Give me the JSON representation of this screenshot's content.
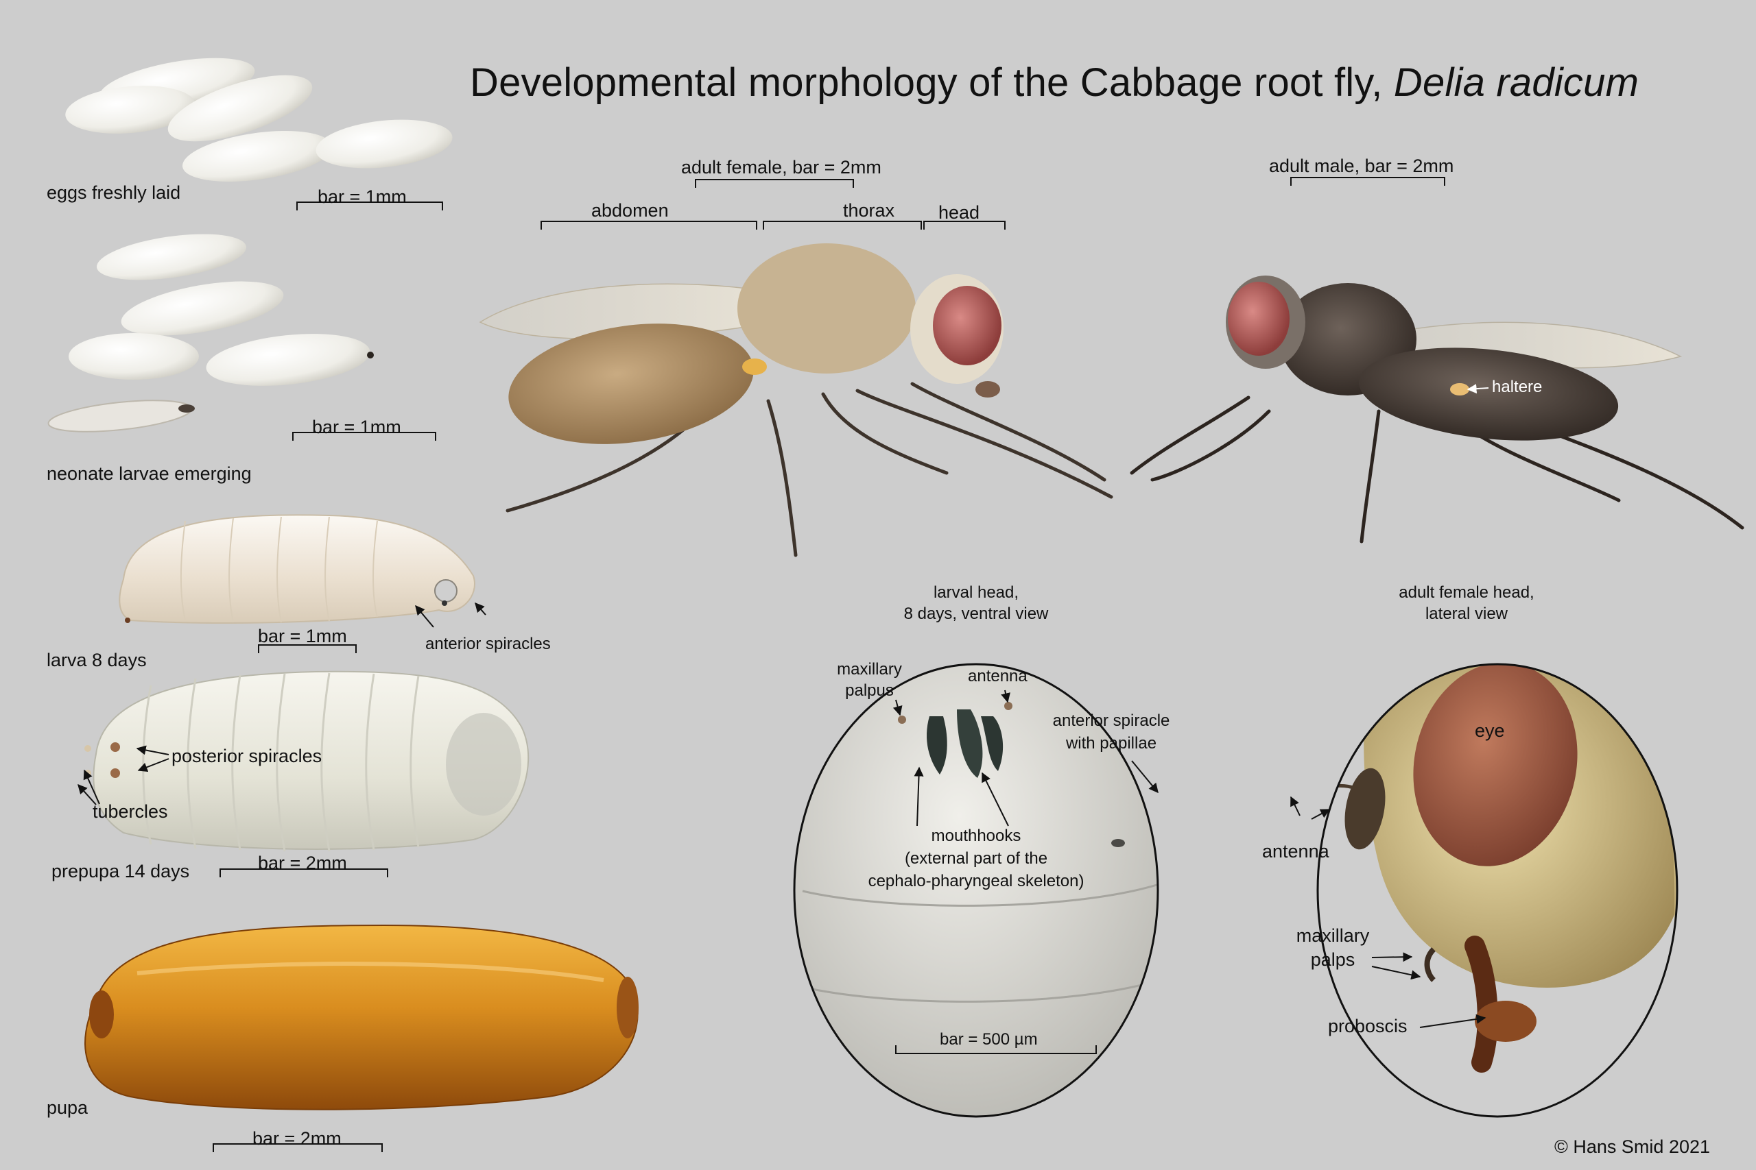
{
  "title_main": "Developmental morphology of the Cabbage root fly, ",
  "title_species": "Delia radicum",
  "labels": {
    "eggs": "eggs freshly laid",
    "eggs_bar": "bar = 1mm",
    "neonate": "neonate larvae emerging",
    "neonate_bar": "bar = 1mm",
    "larva": "larva 8 days",
    "larva_bar": "bar = 1mm",
    "anterior_spiracles": "anterior spiracles",
    "posterior_spiracles": "posterior spiracles",
    "tubercles": "tubercles",
    "prepupa": "prepupa 14 days",
    "prepupa_bar": "bar = 2mm",
    "pupa": "pupa",
    "pupa_bar": "bar = 2mm",
    "adult_female": "adult female, bar = 2mm",
    "abdomen": "abdomen",
    "thorax": "thorax",
    "head": "head",
    "adult_male": "adult male, bar = 2mm",
    "haltere": "haltere"
  },
  "larval_head": {
    "title_line1": "larval head,",
    "title_line2": "8 days, ventral view",
    "maxillary_line1": "maxillary",
    "maxillary_line2": "palpus",
    "antenna": "antenna",
    "spiracle_line1": "anterior spiracle",
    "spiracle_line2": "with papillae",
    "mouthhooks_line1": "mouthhooks",
    "mouthhooks_line2": "(external part of the",
    "mouthhooks_line3": "cephalo-pharyngeal skeleton)",
    "bar": "bar = 500 µm"
  },
  "adult_head": {
    "title_line1": "adult female head,",
    "title_line2": "lateral view",
    "eye": "eye",
    "antenna": "antenna",
    "palps_line1": "maxillary",
    "palps_line2": "palps",
    "proboscis": "proboscis"
  },
  "credit": "© Hans Smid 2021",
  "colors": {
    "background": "#cdcdcd",
    "egg": "#f2f1ea",
    "larva": "#ece6db",
    "pupa": "#d68a1c",
    "female_fly": "#a98a62",
    "male_fly": "#4b4038",
    "fly_eye": "#b85a58"
  }
}
